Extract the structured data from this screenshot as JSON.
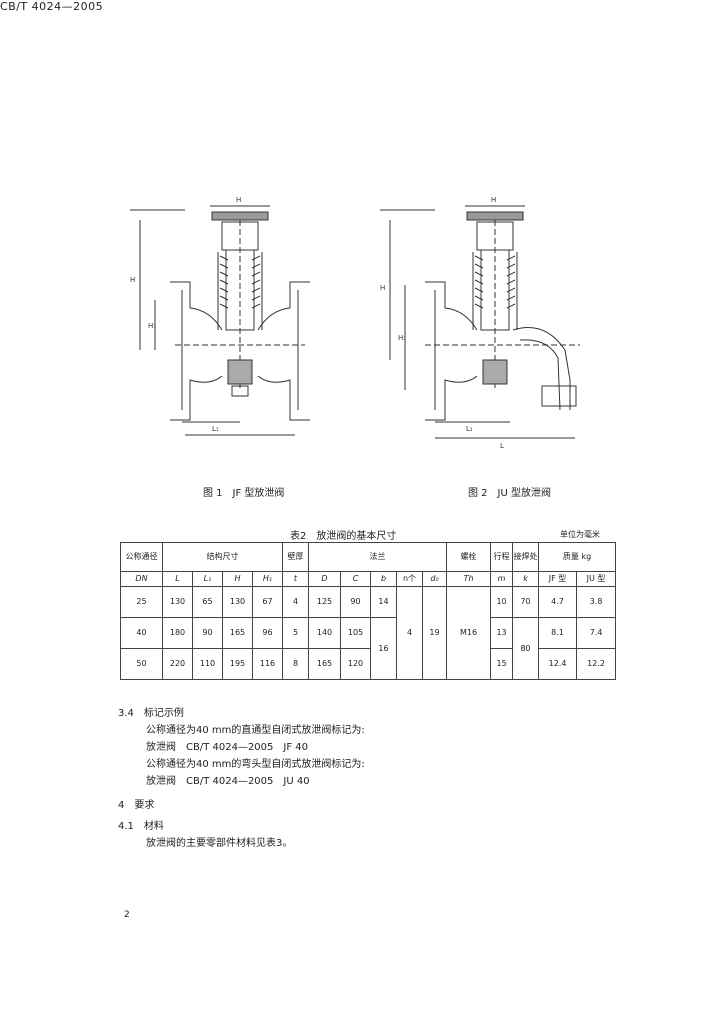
{
  "header": {
    "code": "CB/T 4024—2005"
  },
  "figures": [
    {
      "caption": "图 1　JF 型放泄阀"
    },
    {
      "caption": "图 2　JU 型放泄阀"
    }
  ],
  "table": {
    "title": "表2　放泄阀的基本尺寸",
    "unit": "单位为毫米",
    "headers": {
      "dn": "公称通径",
      "dn_sym": "DN",
      "struct": "结构尺寸",
      "L": "L",
      "L1": "L₁",
      "H": "H",
      "H1": "H₁",
      "wall": "壁厚",
      "t": "t",
      "flange": "法兰",
      "D": "D",
      "C": "C",
      "b": "b",
      "n": "n个",
      "d0": "d₀",
      "nut": "螺栓",
      "th": "Th",
      "stroke": "行程",
      "m": "m",
      "weld": "接焊处",
      "k": "k",
      "weight": "质量 kg",
      "jf": "JF 型",
      "ju": "JU 型"
    },
    "rows": [
      {
        "dn": "25",
        "L": "130",
        "L1": "65",
        "H": "130",
        "H1": "67",
        "t": "4",
        "D": "125",
        "C": "90",
        "b": "14",
        "m": "10",
        "k": "70",
        "jf": "4.7",
        "ju": "3.8"
      },
      {
        "dn": "40",
        "L": "180",
        "L1": "90",
        "H": "165",
        "H1": "96",
        "t": "5",
        "D": "140",
        "C": "105",
        "m": "13",
        "jf": "8.1",
        "ju": "7.4"
      },
      {
        "dn": "50",
        "L": "220",
        "L1": "110",
        "H": "195",
        "H1": "116",
        "t": "8",
        "D": "165",
        "C": "120",
        "m": "15",
        "jf": "12.4",
        "ju": "12.2"
      }
    ],
    "merged": {
      "b_2": "16",
      "n": "4",
      "d0": "19",
      "th": "M16",
      "k_2": "80"
    }
  },
  "section_34": {
    "heading": "3.4　标记示例",
    "lines": [
      "公称通径为40 mm的直通型自闭式放泄阀标记为:",
      "放泄阀　CB/T 4024—2005　JF 40",
      "公称通径为40 mm的弯头型自闭式放泄阀标记为:",
      "放泄阀　CB/T 4024—2005　JU 40"
    ]
  },
  "section_4": {
    "heading": "4　要求"
  },
  "section_41": {
    "heading": "4.1　材料",
    "line": "放泄阀的主要零部件材料见表3。"
  },
  "page_number": "2"
}
